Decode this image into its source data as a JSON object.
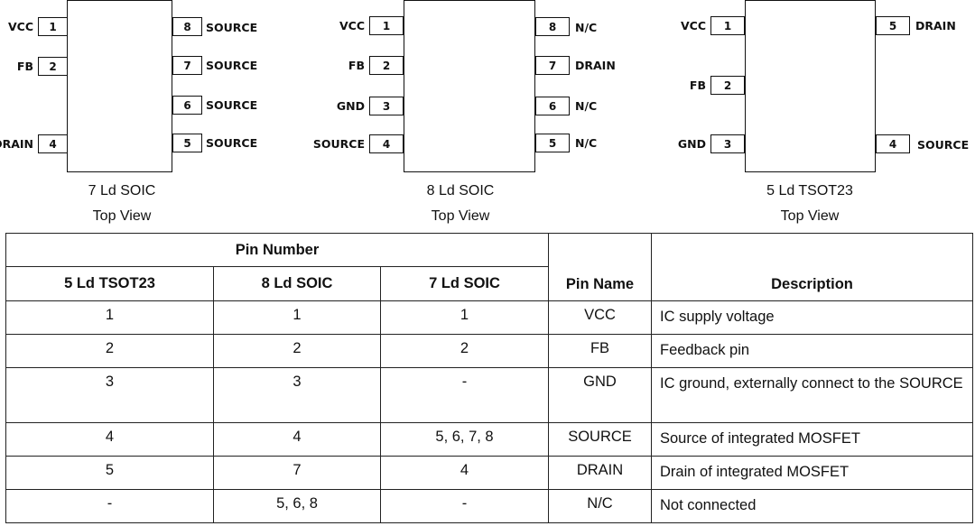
{
  "packages": [
    {
      "caption": "7 Ld SOIC",
      "subcaption": "Top View",
      "pins": [
        {
          "num": "1",
          "name": "VCC"
        },
        {
          "num": "2",
          "name": "FB"
        },
        {
          "num": "4",
          "name": "DRAIN"
        },
        {
          "num": "8",
          "name": "SOURCE"
        },
        {
          "num": "7",
          "name": "SOURCE"
        },
        {
          "num": "6",
          "name": "SOURCE"
        },
        {
          "num": "5",
          "name": "SOURCE"
        }
      ]
    },
    {
      "caption": "8 Ld SOIC",
      "subcaption": "Top View",
      "pins": [
        {
          "num": "1",
          "name": "VCC"
        },
        {
          "num": "2",
          "name": "FB"
        },
        {
          "num": "3",
          "name": "GND"
        },
        {
          "num": "4",
          "name": "SOURCE"
        },
        {
          "num": "8",
          "name": "N/C"
        },
        {
          "num": "7",
          "name": "DRAIN"
        },
        {
          "num": "6",
          "name": "N/C"
        },
        {
          "num": "5",
          "name": "N/C"
        }
      ]
    },
    {
      "caption": "5 Ld TSOT23",
      "subcaption": "Top View",
      "pins": [
        {
          "num": "1",
          "name": "VCC"
        },
        {
          "num": "2",
          "name": "FB"
        },
        {
          "num": "3",
          "name": "GND"
        },
        {
          "num": "5",
          "name": "DRAIN"
        },
        {
          "num": "4",
          "name": "SOURCE"
        }
      ]
    }
  ],
  "table": {
    "group_header": "Pin Number",
    "col_tsot": "5 Ld TSOT23",
    "col_soic8": "8 Ld SOIC",
    "col_soic7": "7 Ld SOIC",
    "col_pin_name": "Pin Name",
    "col_description": "Description",
    "rows": [
      {
        "tsot": "1",
        "soic8": "1",
        "soic7": "1",
        "name": "VCC",
        "desc": "IC supply voltage"
      },
      {
        "tsot": "2",
        "soic8": "2",
        "soic7": "2",
        "name": "FB",
        "desc": "Feedback pin"
      },
      {
        "tsot": "3",
        "soic8": "3",
        "soic7": "-",
        "name": "GND",
        "desc": "IC ground, externally connect to the SOURCE"
      },
      {
        "tsot": "4",
        "soic8": "4",
        "soic7": "5, 6, 7, 8",
        "name": "SOURCE",
        "desc": "Source of integrated MOSFET"
      },
      {
        "tsot": "5",
        "soic8": "7",
        "soic7": "4",
        "name": "DRAIN",
        "desc": "Drain of integrated MOSFET"
      },
      {
        "tsot": "-",
        "soic8": "5, 6, 8",
        "soic7": "-",
        "name": "N/C",
        "desc": "Not connected"
      }
    ]
  }
}
